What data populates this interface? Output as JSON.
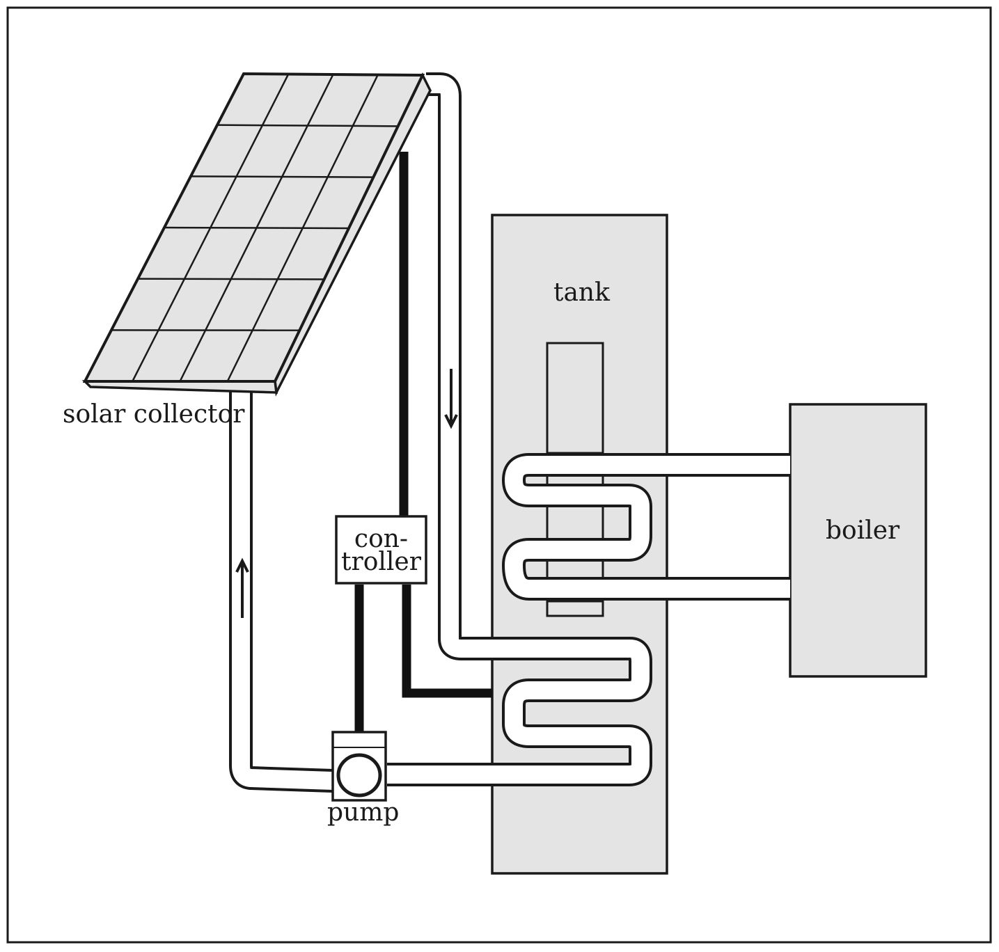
{
  "labels": {
    "solar_collector": "solar collector",
    "tank": "tank",
    "controller_line1": "con-",
    "controller_line2": "troller",
    "pump": "pump",
    "boiler": "boiler"
  },
  "colors": {
    "fill": "#e4e4e4",
    "stroke": "#1a1a1a",
    "background": "#ffffff"
  }
}
